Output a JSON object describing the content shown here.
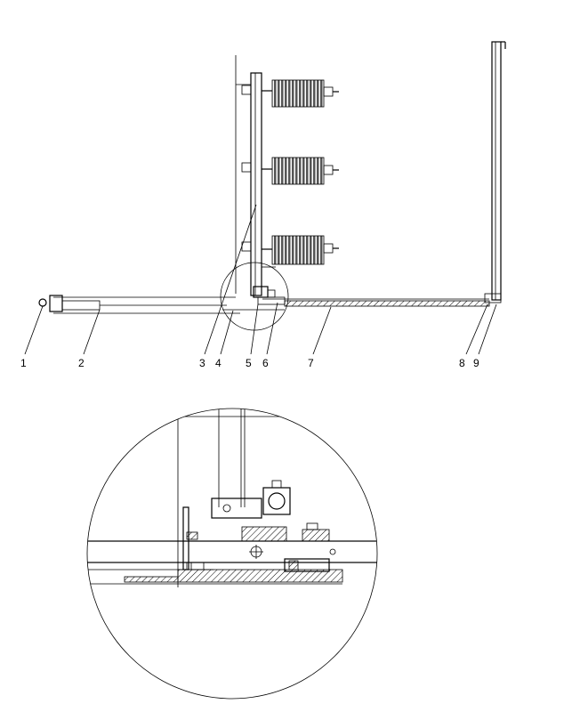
{
  "callouts": [
    {
      "label": "1"
    },
    {
      "label": "2"
    },
    {
      "label": "3"
    },
    {
      "label": "4"
    },
    {
      "label": "5"
    },
    {
      "label": "6"
    },
    {
      "label": "7"
    },
    {
      "label": "8"
    },
    {
      "label": "9"
    }
  ],
  "colors": {
    "line": "#000000",
    "insulator_fill": "#555555",
    "hatch": "#000000",
    "background": "#ffffff"
  }
}
